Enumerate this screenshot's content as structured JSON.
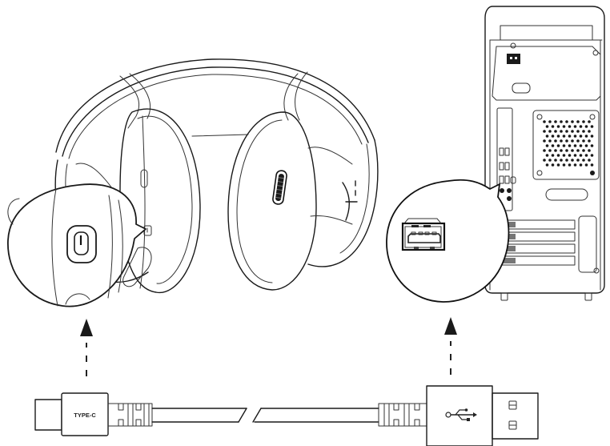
{
  "diagram": {
    "title": "Headset USB connection diagram",
    "description": "Wireless headset connected to PC via USB Type-C to USB-A cable",
    "colors": {
      "line": "#1a1a1a",
      "background": "#ffffff"
    },
    "components": {
      "headset": {
        "name": "headset",
        "port_callout": "usb-c-port"
      },
      "pc": {
        "name": "pc-tower",
        "port_callout": "usb-a-port"
      },
      "cable": {
        "left_connector_label": "TYPE-C",
        "right_connector_icon": "usb-icon",
        "break_marker": "//"
      }
    },
    "arrows": [
      {
        "from": "type-c-connector",
        "to": "headset-usb-c-port",
        "style": "dashed"
      },
      {
        "from": "usb-a-connector",
        "to": "pc-usb-a-port",
        "style": "dashed"
      }
    ]
  }
}
